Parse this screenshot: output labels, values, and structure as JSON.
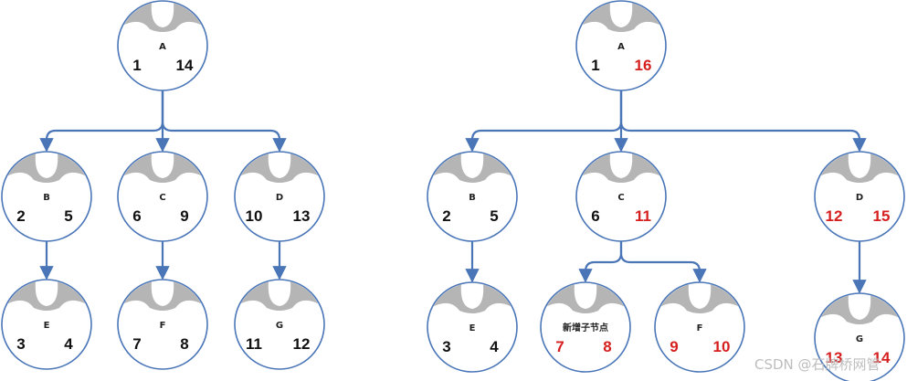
{
  "colors": {
    "edge": "#4a76b8",
    "normal_text": "#111111",
    "changed_text": "#d62020",
    "cap": "#b5b5b5"
  },
  "left_tree": {
    "nodes": [
      {
        "id": "A",
        "label": "A",
        "left": "1",
        "right": "14",
        "left_changed": false,
        "right_changed": false
      },
      {
        "id": "B",
        "label": "B",
        "left": "2",
        "right": "5",
        "left_changed": false,
        "right_changed": false
      },
      {
        "id": "C",
        "label": "C",
        "left": "6",
        "right": "9",
        "left_changed": false,
        "right_changed": false
      },
      {
        "id": "D",
        "label": "D",
        "left": "10",
        "right": "13",
        "left_changed": false,
        "right_changed": false
      },
      {
        "id": "E",
        "label": "E",
        "left": "3",
        "right": "4",
        "left_changed": false,
        "right_changed": false
      },
      {
        "id": "F",
        "label": "F",
        "left": "7",
        "right": "8",
        "left_changed": false,
        "right_changed": false
      },
      {
        "id": "G",
        "label": "G",
        "left": "11",
        "right": "12",
        "left_changed": false,
        "right_changed": false
      }
    ],
    "edges": [
      [
        "A",
        "B"
      ],
      [
        "A",
        "C"
      ],
      [
        "A",
        "D"
      ],
      [
        "B",
        "E"
      ],
      [
        "C",
        "F"
      ],
      [
        "D",
        "G"
      ]
    ]
  },
  "right_tree": {
    "nodes": [
      {
        "id": "A",
        "label": "A",
        "left": "1",
        "right": "16",
        "left_changed": false,
        "right_changed": true
      },
      {
        "id": "B",
        "label": "B",
        "left": "2",
        "right": "5",
        "left_changed": false,
        "right_changed": false
      },
      {
        "id": "C",
        "label": "C",
        "left": "6",
        "right": "11",
        "left_changed": false,
        "right_changed": true
      },
      {
        "id": "D",
        "label": "D",
        "left": "12",
        "right": "15",
        "left_changed": true,
        "right_changed": true
      },
      {
        "id": "E",
        "label": "E",
        "left": "3",
        "right": "4",
        "left_changed": false,
        "right_changed": false
      },
      {
        "id": "N",
        "label": "新增子节点",
        "left": "7",
        "right": "8",
        "left_changed": true,
        "right_changed": true,
        "label_changed": true
      },
      {
        "id": "F",
        "label": "F",
        "left": "9",
        "right": "10",
        "left_changed": true,
        "right_changed": true
      },
      {
        "id": "G",
        "label": "G",
        "left": "13",
        "right": "14",
        "left_changed": true,
        "right_changed": true
      }
    ],
    "edges": [
      [
        "A",
        "B"
      ],
      [
        "A",
        "C"
      ],
      [
        "A",
        "D"
      ],
      [
        "B",
        "E"
      ],
      [
        "C",
        "N"
      ],
      [
        "C",
        "F"
      ],
      [
        "D",
        "G"
      ]
    ]
  },
  "watermark": "CSDN @石牌桥网管"
}
